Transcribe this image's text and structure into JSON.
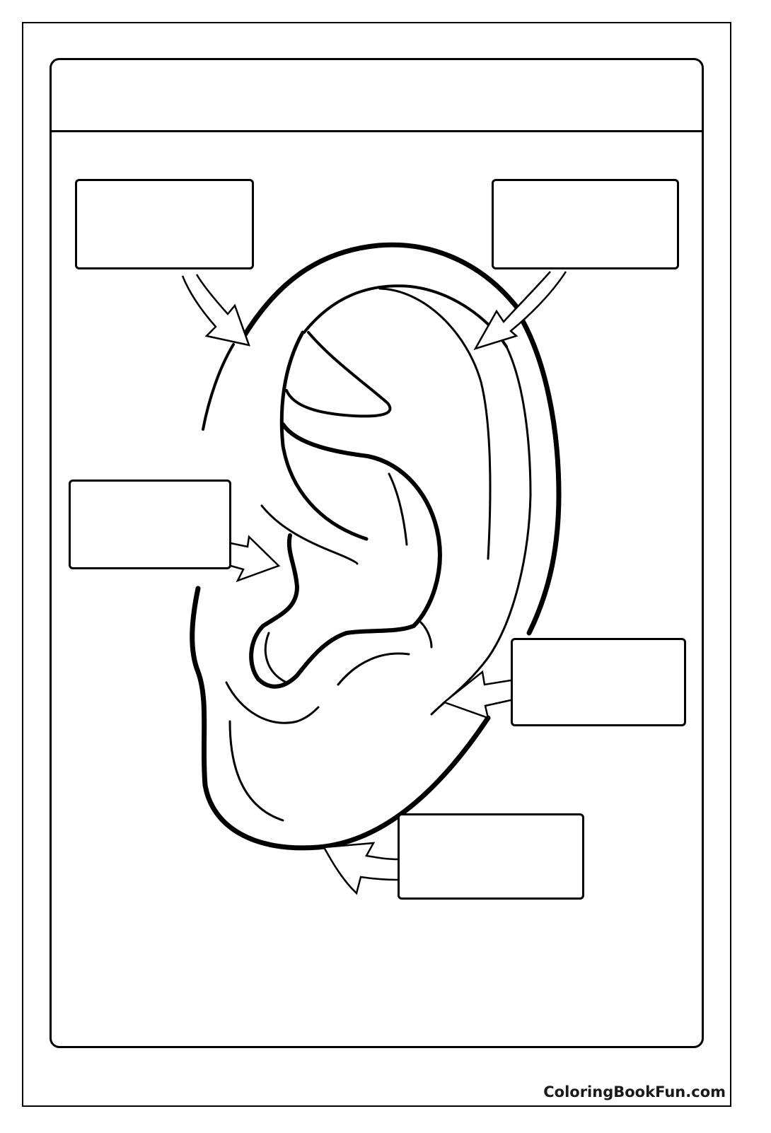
{
  "page": {
    "title": "",
    "watermark": "ColoringBookFun.com"
  },
  "diagram": {
    "subject": "ear-anatomy-labeling-worksheet",
    "label_boxes": [
      {
        "id": "top-left",
        "text": ""
      },
      {
        "id": "top-right",
        "text": ""
      },
      {
        "id": "middle-left",
        "text": ""
      },
      {
        "id": "middle-right",
        "text": ""
      },
      {
        "id": "bottom",
        "text": ""
      }
    ],
    "colors": {
      "line": "#000000",
      "background": "#ffffff"
    }
  }
}
